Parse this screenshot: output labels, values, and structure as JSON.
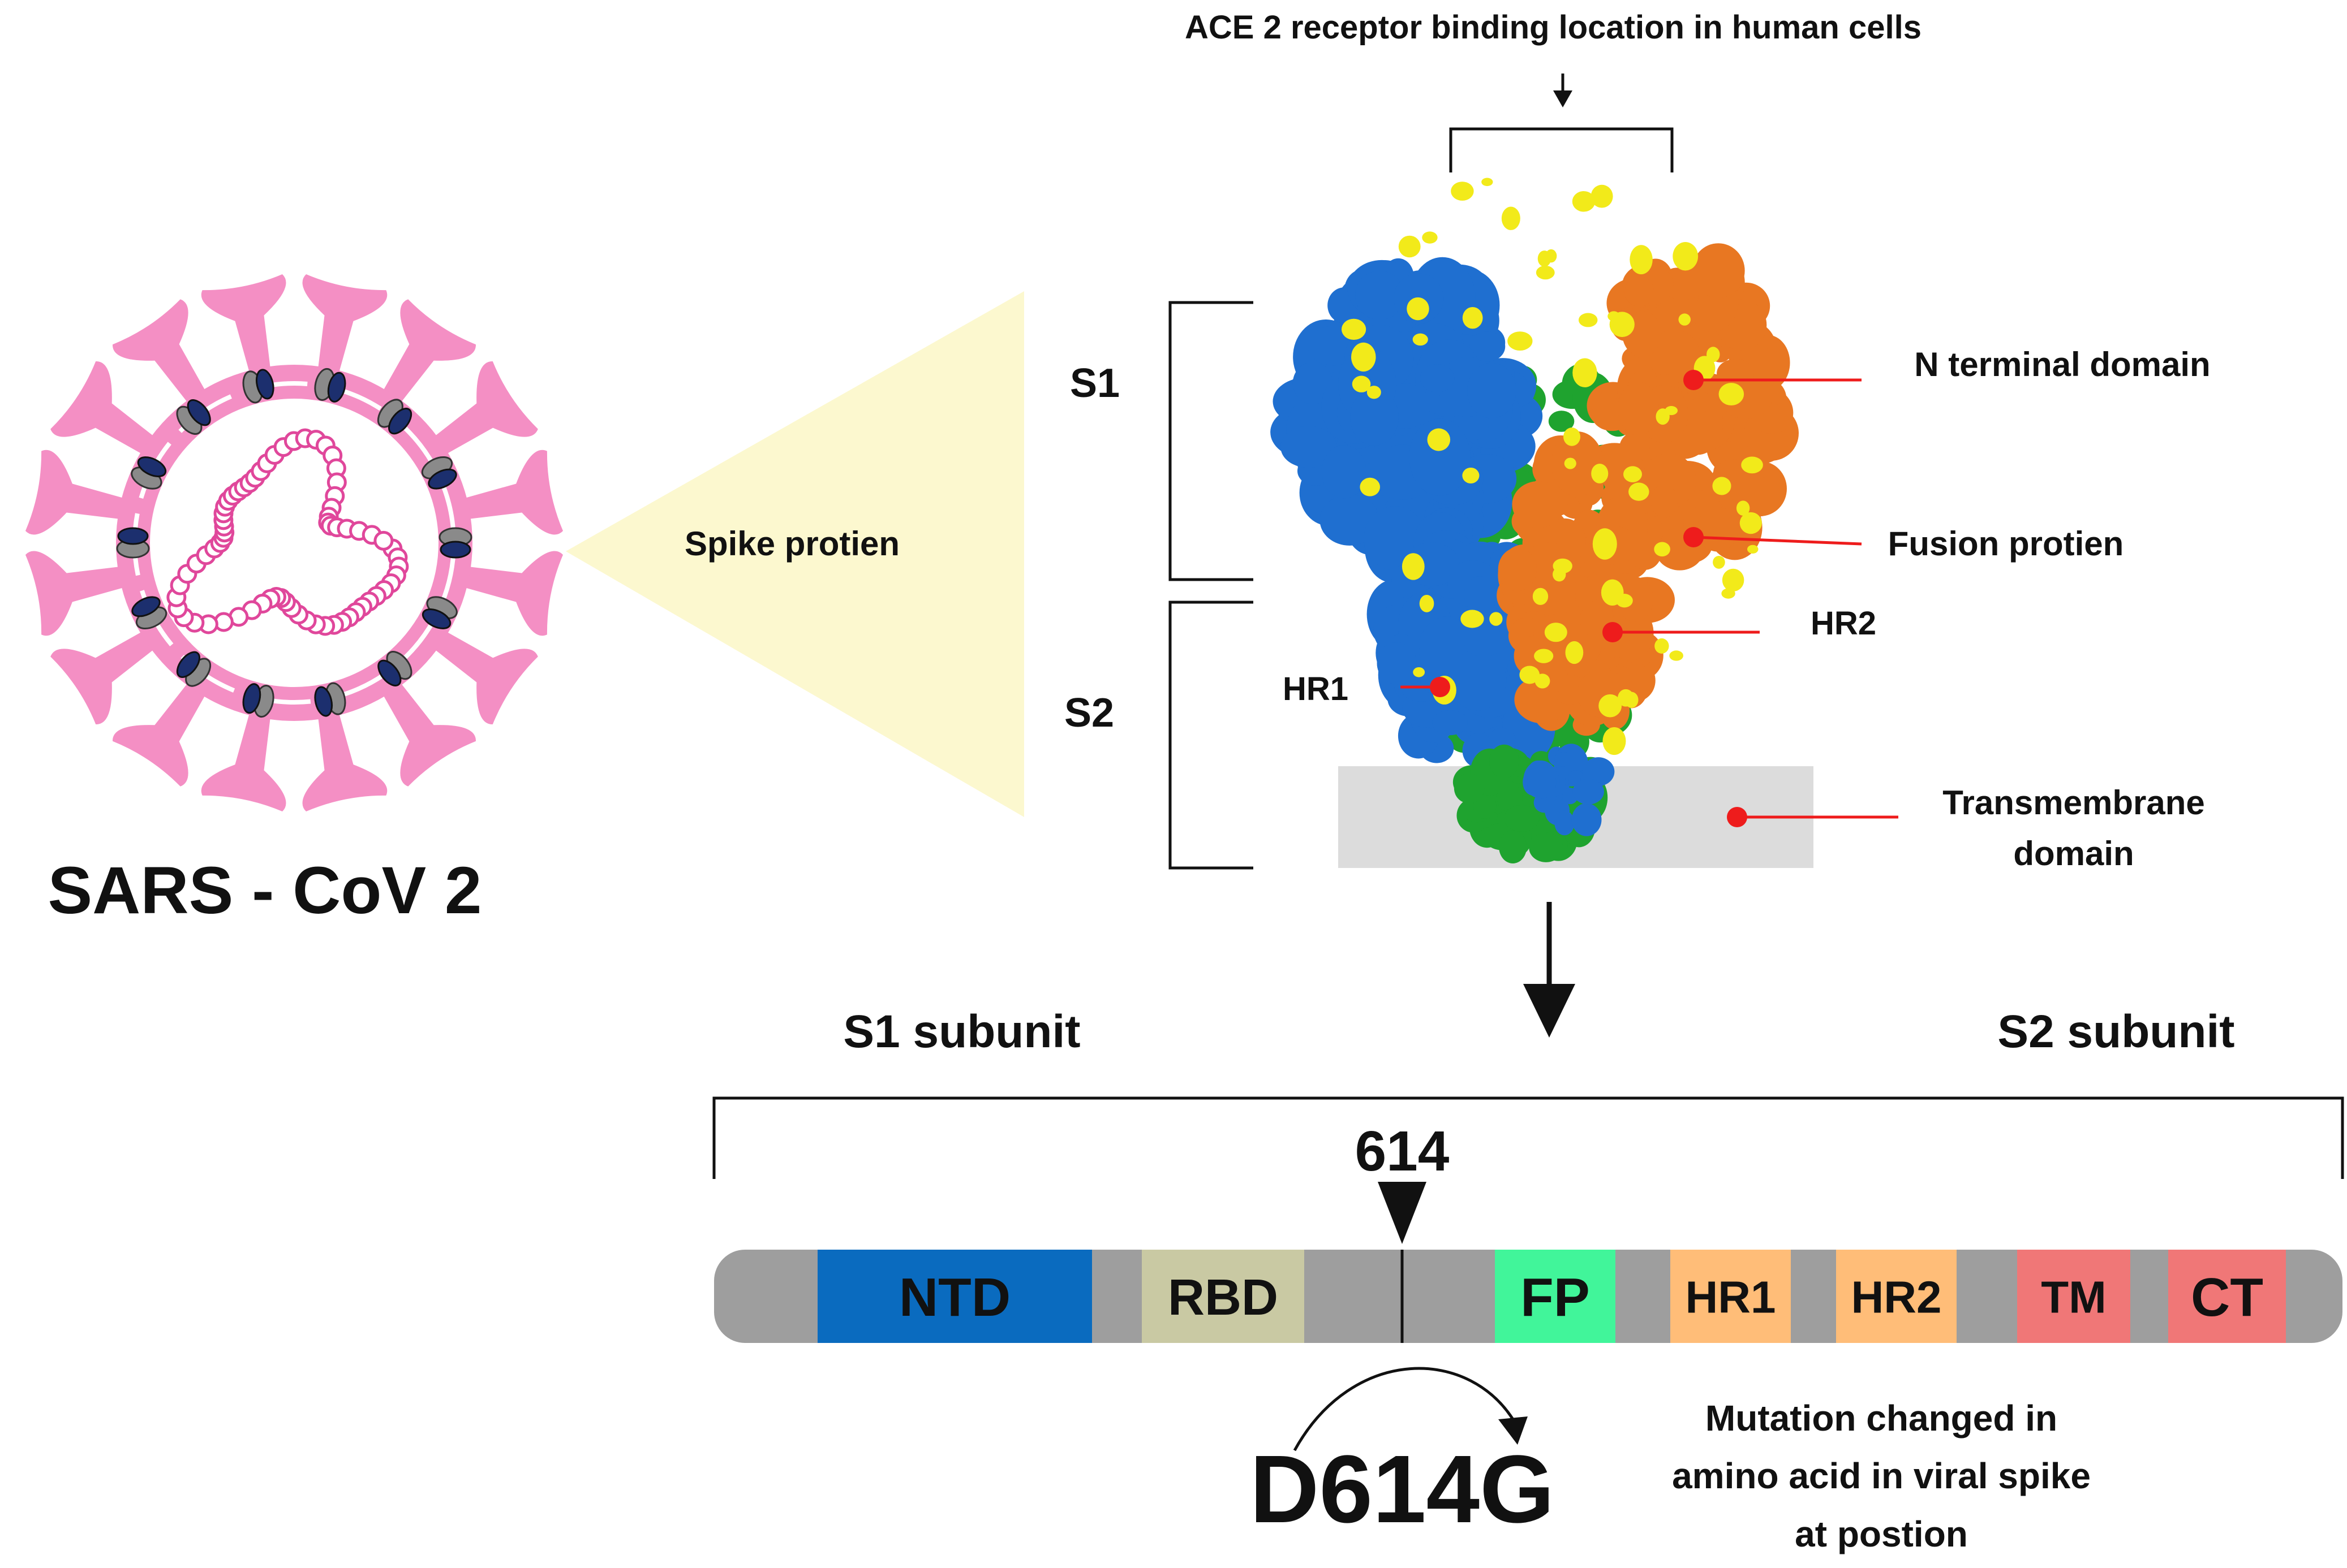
{
  "virus": {
    "name": "SARS - CoV 2",
    "envelope_color": "#f48fc4",
    "rna_color": "#e0479b",
    "glycoprotein_color": "#1c2f6e"
  },
  "callout": {
    "label": "Spike protien",
    "fill": "#fcf8cf"
  },
  "structure": {
    "top_label": "ACE 2 receptor binding location in human cells",
    "subunit_brackets": [
      "S1",
      "S2"
    ],
    "annotations": {
      "n_terminal": "N terminal domain",
      "fusion": "Fusion protien",
      "hr2": "HR2",
      "hr1": "HR1",
      "transmembrane_line1": "Transmembrane",
      "transmembrane_line2": "domain"
    },
    "colors": {
      "chain_a": "#1f6fd0",
      "chain_b": "#e87722",
      "chain_c": "#1fa32f",
      "glycan": "#f2ea1a",
      "membrane": "#dcdcdc",
      "marker": "#ee1c1c"
    }
  },
  "domain_map": {
    "s1_label": "S1 subunit",
    "s2_label": "S2 subunit",
    "position_label": "614",
    "bar_color": "#9e9e9e",
    "domains": [
      {
        "label": "NTD",
        "color": "#0a6bbf"
      },
      {
        "label": "RBD",
        "color": "#c9c9a3"
      },
      {
        "label": "FP",
        "color": "#41f59a"
      },
      {
        "label": "HR1",
        "color": "#ffbd78"
      },
      {
        "label": "HR2",
        "color": "#ffbd78"
      },
      {
        "label": "TM",
        "color": "#f07777"
      },
      {
        "label": "CT",
        "color": "#f07777"
      }
    ]
  },
  "mutation": {
    "name": "D614G",
    "description_line1": "Mutation changed in",
    "description_line2": "amino acid in viral spike",
    "description_line3": "at postion"
  }
}
